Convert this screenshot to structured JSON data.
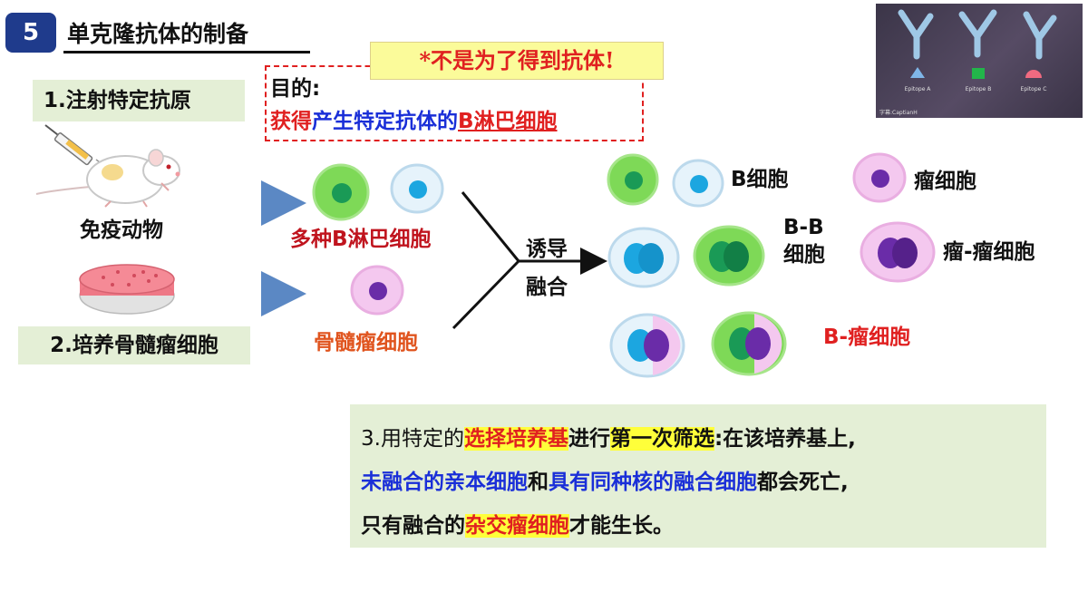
{
  "header": {
    "number": "5",
    "title": "单克隆抗体的制备"
  },
  "note": "*不是为了得到抗体!",
  "purpose": {
    "label": "目的:",
    "part1": "获得",
    "part2": "产生特定抗体的",
    "part3": "B淋巴细胞"
  },
  "steps": {
    "step1": "1.注射特定抗原",
    "step2": "2.培养骨髓瘤细胞"
  },
  "labels": {
    "animal": "免疫动物",
    "b_lymphocytes": "多种B淋巴细胞",
    "myeloma": "骨髓瘤细胞",
    "induce_1": "诱导",
    "induce_2": "融合",
    "b_cell": "B细胞",
    "tumor_cell": "瘤细胞",
    "bb_1": "B-B",
    "bb_2": "细胞",
    "tumor_tumor": "瘤-瘤细胞",
    "b_tumor": "B-瘤细胞"
  },
  "step3": {
    "s1": "3.用特定的",
    "s2": "选择培养基",
    "s3": "进行",
    "s4": "第一次筛选",
    "s5": ":在该培养基上,",
    "s6": "未融合的亲本细胞",
    "s7": "和",
    "s8": "具有同种核的融合细胞",
    "s9": "都会死亡,",
    "s10": "只有融合的",
    "s11": "杂交瘤细胞",
    "s12": "才能生长。"
  },
  "photo": {
    "epitope_a": "Epitope A",
    "epitope_b": "Epitope B",
    "epitope_c": "Epitope C",
    "credit": "字幕:CaptianH"
  },
  "colors": {
    "badge": "#1f3b8c",
    "accent_red": "#e02020",
    "accent_blue": "#1a2fd8",
    "panel_green": "#e4efd6",
    "highlight": "#ffff3a",
    "b_cell_green": "#7ed957",
    "b_cell_blue": "#cfe9f7",
    "tumor_pink": "#f3c3ee",
    "nucleus_purple": "#6a2ca8"
  }
}
